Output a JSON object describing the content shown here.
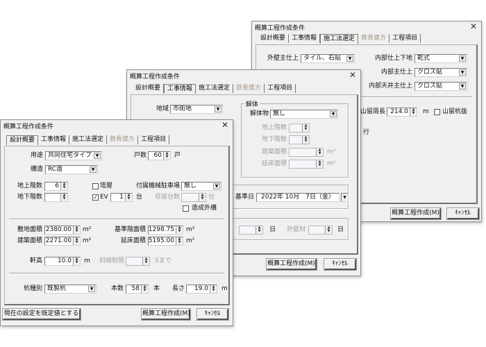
{
  "dialog_back": {
    "title": "概算工程作成条件",
    "tabs": [
      "設計概要",
      "工事情報",
      "施工法選定",
      "鉄骨建方",
      "工程項目"
    ],
    "selected_tab": "施工法選定",
    "exterior_finish": {
      "label": "外壁主仕上",
      "value": "タイル、石貼"
    },
    "interior_base": {
      "label": "内部仕上下地",
      "value": "乾式"
    },
    "interior_finish": {
      "label": "内部主仕上",
      "value": "クロス貼"
    },
    "ceiling_finish": {
      "label": "内部天井主仕上",
      "value": "クロス貼"
    },
    "retaining_length": {
      "label": "山留周長",
      "value": "214.0",
      "unit": "m"
    },
    "pile_removal": {
      "label": "山留杭抜",
      "checked": false
    },
    "partial_text": "行",
    "ok_label": "概算工程作成(M)",
    "cancel_label": "ｷｬﾝｾﾙ"
  },
  "dialog_middle": {
    "title": "概算工程作成条件",
    "tabs": [
      "設計概要",
      "工事情報",
      "施工法選定",
      "鉄骨建方",
      "工程項目"
    ],
    "selected_tab": "工事情報",
    "region": {
      "label": "地域",
      "value": "市街地"
    },
    "demolition": {
      "group": "解体",
      "object_label": "解体物",
      "object_value": "無し",
      "above_floors": "地上階数",
      "below_floors": "地下階数",
      "building_area": "建築面積",
      "floor_area": "延床面積",
      "unit": "m²"
    },
    "base_date": {
      "label": "基準日",
      "value": "2022年 10月　7日（金）"
    },
    "day_unit": "日",
    "exterior_wall": "外壁材",
    "ok_label": "概算工程作成(M)",
    "cancel_label": "ｷｬﾝｾﾙ"
  },
  "dialog_front": {
    "title": "概算工程作成条件",
    "tabs": [
      "設計概要",
      "工事情報",
      "施工法選定",
      "鉄骨建方",
      "工程項目"
    ],
    "selected_tab": "設計概要",
    "use": {
      "label": "用途",
      "value": "共同住宅タイプ"
    },
    "units": {
      "label": "戸数",
      "value": "60",
      "unit": "戸"
    },
    "structure": {
      "label": "構造",
      "value": "RC造"
    },
    "above_floors": {
      "label": "地上階数",
      "value": "6"
    },
    "below_floors": {
      "label": "地下階数",
      "value": ""
    },
    "penthouse": {
      "label": "塔屋",
      "checked": false
    },
    "ev": {
      "label": "EV",
      "checked": true,
      "value": "1",
      "unit": "台"
    },
    "parking": {
      "label": "付属機械駐車場",
      "value": "無し"
    },
    "capacity": {
      "label": "収容台数",
      "unit": "台"
    },
    "landscaping": {
      "label": "造成外構",
      "checked": false
    },
    "site_area": {
      "label": "敷地面積",
      "value": "2380.00",
      "unit": "m²"
    },
    "building_area": {
      "label": "建築面積",
      "value": "2271.00",
      "unit": "m²"
    },
    "typical_floor_area": {
      "label": "基準階面積",
      "value": "1298.75",
      "unit": "m²"
    },
    "total_floor_area": {
      "label": "延床面積",
      "value": "5195.00",
      "unit": "m²"
    },
    "eave_height": {
      "label": "軒高",
      "value": "10.0",
      "unit": "m"
    },
    "slant_limit": {
      "label": "斜線制限",
      "unit": "Sまで"
    },
    "pile_type": {
      "label": "杭種別",
      "value": "既製杭"
    },
    "pile_count": {
      "label": "本数",
      "value": "58",
      "unit": "本"
    },
    "pile_length": {
      "label": "長さ",
      "value": "19.0",
      "unit": "m"
    },
    "default_label": "現在の設定を既定値とする",
    "ok_label": "概算工程作成(M)",
    "cancel_label": "ｷｬﾝｾﾙ"
  }
}
